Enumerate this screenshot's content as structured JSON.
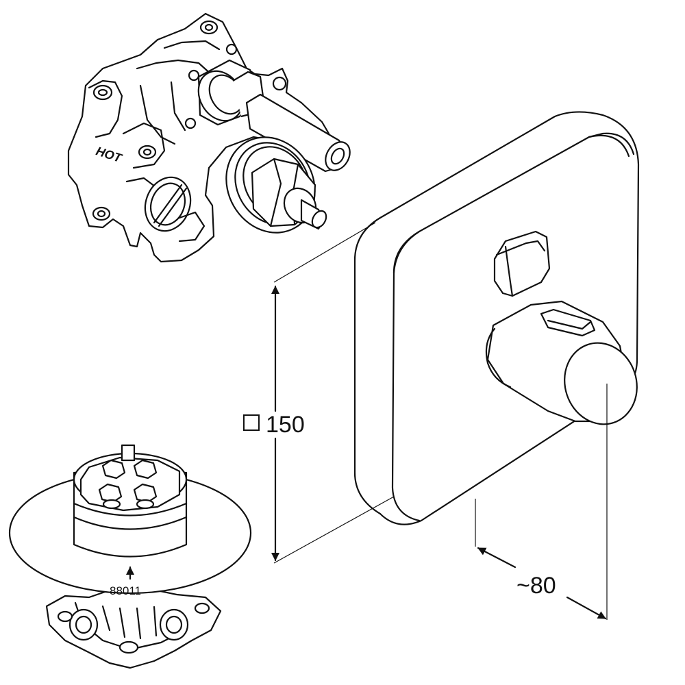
{
  "dimensions": {
    "square_symbol": "□",
    "square_size": "150",
    "depth": "~80"
  },
  "rough_in_valve": {
    "hot_label": "HOT"
  },
  "cartridge": {
    "part_number": "88011"
  },
  "colors": {
    "line": "#111111",
    "background": "#ffffff"
  }
}
